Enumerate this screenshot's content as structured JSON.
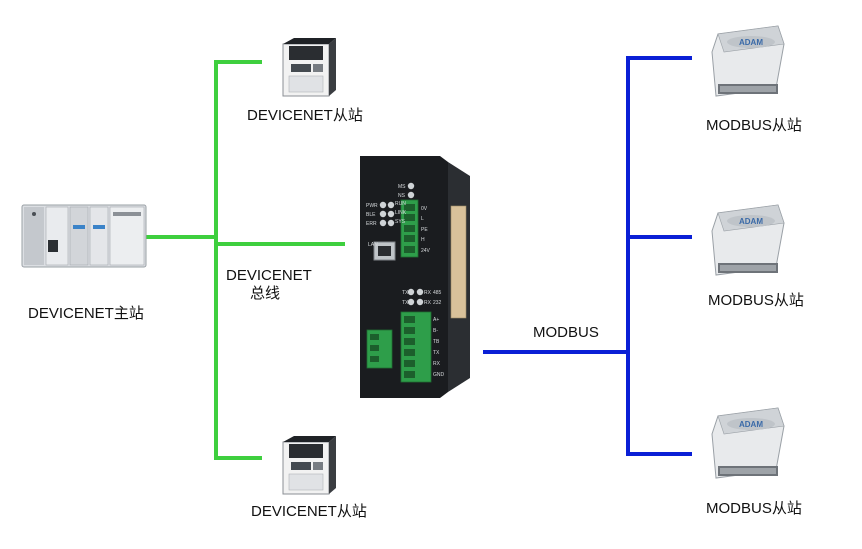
{
  "labels": {
    "master": "DEVICENET主站",
    "devicenet_bus_line1": "DEVICENET",
    "devicenet_bus_line2": "总线",
    "dn_slave_top": "DEVICENET从站",
    "dn_slave_bottom": "DEVICENET从站",
    "modbus_bus": "MODBUS",
    "mb_slave_1": "MODBUS从站",
    "mb_slave_2": "MODBUS从站",
    "mb_slave_3": "MODBUS从站"
  },
  "gateway_panel": {
    "leds_top": [
      "MS",
      "NS"
    ],
    "leds_left": [
      "PWR",
      "BLE",
      "ERR"
    ],
    "leds_right": [
      "RUN",
      "LINK",
      "SYS"
    ],
    "lan": "LAN",
    "top_terminals": [
      "0V",
      "L",
      "PE",
      "H",
      "24V"
    ],
    "serial_left": [
      "TX",
      "TX"
    ],
    "serial_mid": [
      "RX",
      "RX"
    ],
    "serial_right": [
      "485",
      "232"
    ],
    "bottom_terminals": [
      "A+",
      "B-",
      "TB",
      "TX",
      "RX",
      "GND"
    ]
  },
  "adam_logo": "ADAM",
  "colors": {
    "devicenet_bus": "#3ecf3e",
    "modbus_bus": "#0a1fd6",
    "terminal_green": "#2e9e4a"
  }
}
